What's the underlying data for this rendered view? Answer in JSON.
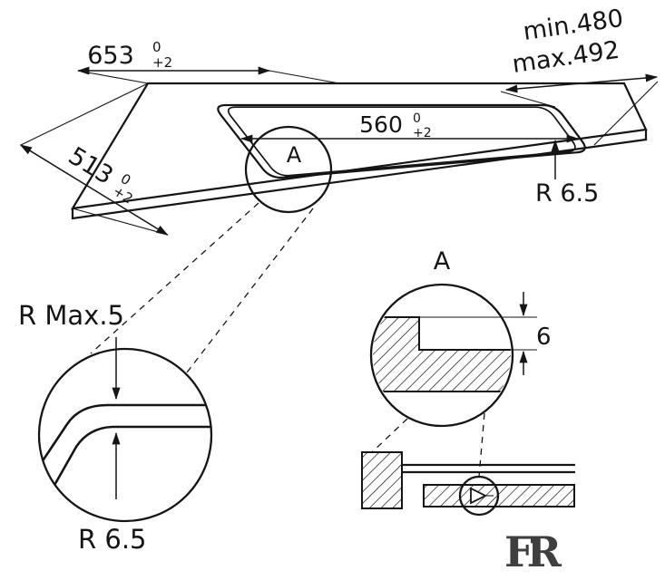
{
  "diagram": {
    "top_view": {
      "dim_width": {
        "value": "653",
        "tol_upper": "0",
        "tol_lower": "+2"
      },
      "dim_depth": {
        "value": "513",
        "tol_upper": "0",
        "tol_lower": "+2"
      },
      "dim_cutout_width": {
        "value": "560",
        "tol_upper": "0",
        "tol_lower": "+2"
      },
      "dim_cutout_depth_min": "min.480",
      "dim_cutout_depth_max": "max.492",
      "corner_radius": "R 6.5",
      "callout": "A"
    },
    "detail_corner": {
      "radius_max": "R Max.5",
      "radius": "R 6.5"
    },
    "detail_a": {
      "title": "A",
      "recess_depth": "6"
    },
    "logo": "FR"
  }
}
